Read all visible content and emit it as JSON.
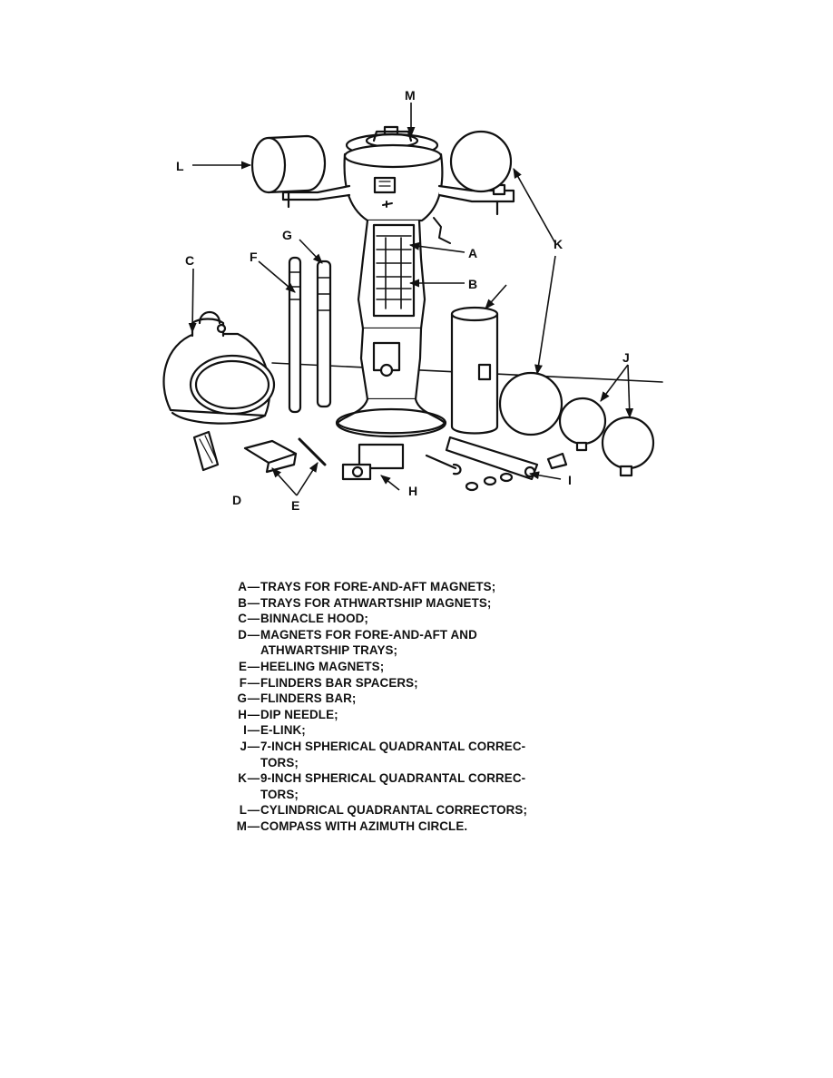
{
  "callouts": {
    "A": "A",
    "B": "B",
    "C": "C",
    "D": "D",
    "E": "E",
    "F": "F",
    "G": "G",
    "H": "H",
    "I": "I",
    "J": "J",
    "K": "K",
    "L": "L",
    "M": "M"
  },
  "legend": [
    {
      "letter": "A",
      "text": "TRAYS FOR FORE-AND-AFT MAGNETS;"
    },
    {
      "letter": "B",
      "text": "TRAYS FOR ATHWARTSHIP MAGNETS;"
    },
    {
      "letter": "C",
      "text": "BINNACLE HOOD;"
    },
    {
      "letter": "D",
      "text": "MAGNETS FOR FORE-AND-AFT AND"
    },
    {
      "letter": "",
      "text": "ATHWARTSHIP TRAYS;"
    },
    {
      "letter": "E",
      "text": "HEELING MAGNETS;"
    },
    {
      "letter": "F",
      "text": "FLINDERS BAR SPACERS;"
    },
    {
      "letter": "G",
      "text": "FLINDERS BAR;"
    },
    {
      "letter": "H",
      "text": "DIP NEEDLE;"
    },
    {
      "letter": "I",
      "text": "E-LINK;"
    },
    {
      "letter": "J",
      "text": "7-INCH SPHERICAL QUADRANTAL CORREC-"
    },
    {
      "letter": "",
      "text": "TORS;"
    },
    {
      "letter": "K",
      "text": "9-INCH SPHERICAL QUADRANTAL CORREC-"
    },
    {
      "letter": "",
      "text": "TORS;"
    },
    {
      "letter": "L",
      "text": "CYLINDRICAL QUADRANTAL CORRECTORS;"
    },
    {
      "letter": "M",
      "text": "COMPASS WITH AZIMUTH CIRCLE."
    }
  ]
}
